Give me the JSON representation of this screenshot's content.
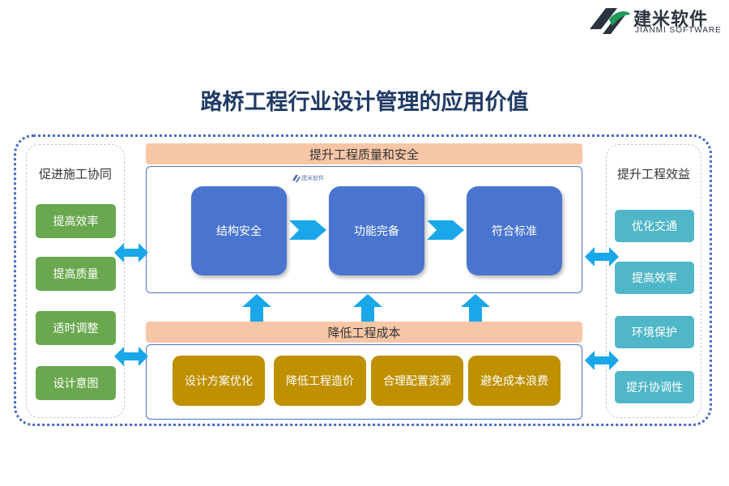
{
  "logo": {
    "name_cn": "建米软件",
    "name_en": "JIANMI SOFTWARE"
  },
  "title": "路桥工程行业设计管理的应用价值",
  "left_panel": {
    "title": "促进施工协同",
    "items": [
      "提高效率",
      "提高质量",
      "适时调整",
      "设计意图"
    ]
  },
  "right_panel": {
    "title": "提升工程效益",
    "items": [
      "优化交通",
      "提高效率",
      "环境保护",
      "提升协调性"
    ]
  },
  "top_section": {
    "banner": "提升工程质量和安全",
    "steps": [
      "结构安全",
      "功能完备",
      "符合标准"
    ],
    "watermark": "建米软件"
  },
  "bottom_section": {
    "banner": "降低工程成本",
    "items": [
      "设计方案优化",
      "降低工程造价",
      "合理配置资源",
      "避免成本浪费"
    ]
  },
  "colors": {
    "title": "#1f3a64",
    "frame": "#4a6cc4",
    "left_buttons": "#6aa84f",
    "right_buttons": "#4fb7c7",
    "banner": "#f7c6a6",
    "steps": "#4a75cf",
    "bottom_items": "#bf9000",
    "arrows": "#1aa7ea"
  },
  "icons": [
    "logo-leaf-icon",
    "double-arrow-icon",
    "chevron-arrow-icon",
    "up-arrow-icon"
  ]
}
